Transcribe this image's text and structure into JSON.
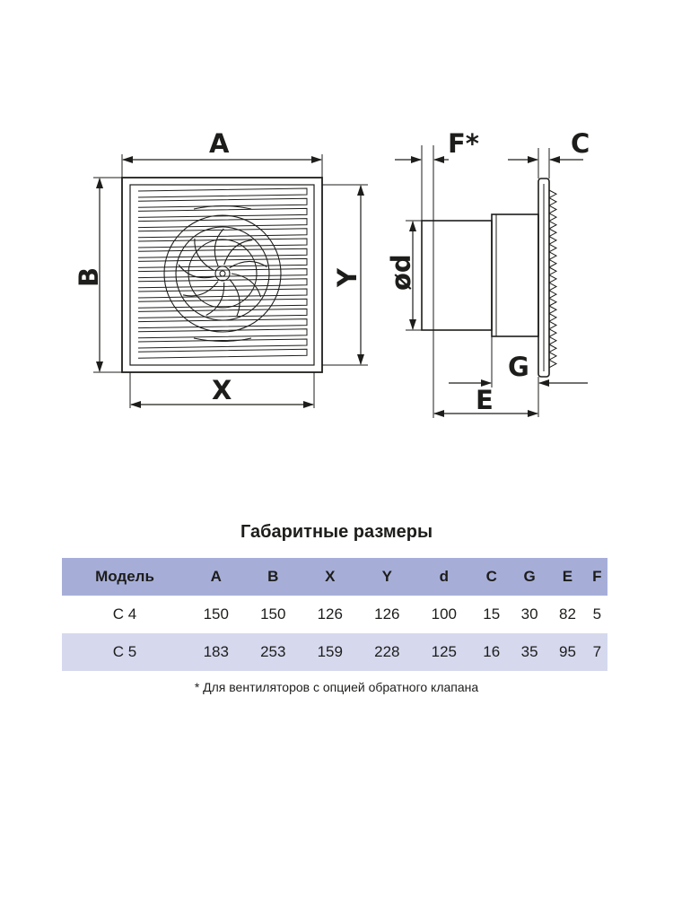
{
  "diagram": {
    "labels": {
      "A": "A",
      "B": "B",
      "X": "X",
      "Y": "Y",
      "F": "F*",
      "C": "C",
      "d": "ød",
      "G": "G",
      "E": "E"
    }
  },
  "table": {
    "title": "Габаритные размеры",
    "headers": [
      "Модель",
      "A",
      "B",
      "X",
      "Y",
      "d",
      "C",
      "G",
      "E",
      "F"
    ],
    "rows": [
      [
        "С 4",
        "150",
        "150",
        "126",
        "126",
        "100",
        "15",
        "30",
        "82",
        "5"
      ],
      [
        "С 5",
        "183",
        "253",
        "159",
        "228",
        "125",
        "16",
        "35",
        "95",
        "7"
      ]
    ]
  },
  "footnote": "* Для вентиляторов с опцией обратного клапана"
}
